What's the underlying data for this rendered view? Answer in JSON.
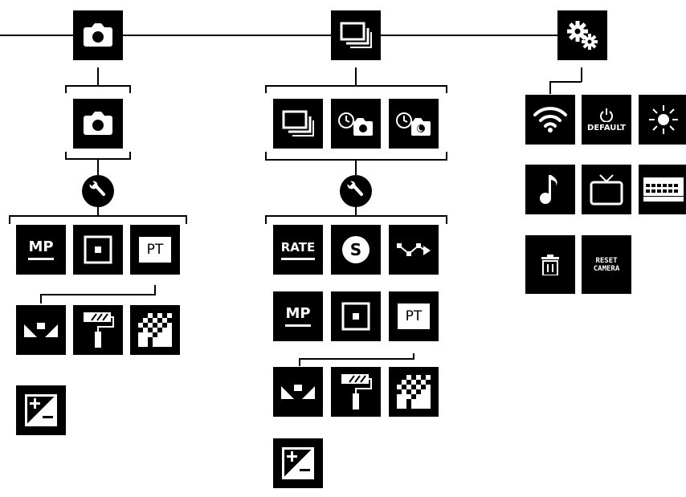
{
  "colors": {
    "tile": "#000000",
    "icon": "#ffffff",
    "line": "#000000",
    "background": "#ffffff"
  },
  "top_modes": [
    {
      "name": "photo",
      "icon": "camera-icon"
    },
    {
      "name": "burst",
      "icon": "burst-icon"
    },
    {
      "name": "settings",
      "icon": "gears-icon"
    }
  ],
  "photo_branch": {
    "modes": [
      "camera-icon"
    ],
    "settings_icon": "wrench-icon",
    "settings": [
      {
        "icon": "megapixels-icon",
        "label": "MP"
      },
      {
        "icon": "spot-meter-icon"
      },
      {
        "icon": "protune-icon",
        "label": "PT"
      },
      {
        "icon": "white-balance-icon"
      },
      {
        "icon": "color-icon"
      },
      {
        "icon": "iso-icon"
      },
      {
        "icon": "exposure-icon"
      }
    ]
  },
  "burst_branch": {
    "modes": [
      "burst-icon",
      "timelapse-photo-icon",
      "night-lapse-icon"
    ],
    "settings_icon": "wrench-icon",
    "settings": [
      {
        "icon": "rate-icon",
        "label": "RATE"
      },
      {
        "icon": "shutter-icon",
        "label": "S"
      },
      {
        "icon": "interval-icon"
      },
      {
        "icon": "megapixels-icon",
        "label": "MP"
      },
      {
        "icon": "spot-meter-icon"
      },
      {
        "icon": "protune-icon",
        "label": "PT"
      },
      {
        "icon": "white-balance-icon"
      },
      {
        "icon": "color-icon"
      },
      {
        "icon": "iso-icon"
      },
      {
        "icon": "exposure-icon"
      }
    ]
  },
  "settings_branch": {
    "items": [
      {
        "icon": "wifi-icon"
      },
      {
        "icon": "power-icon",
        "label": "DEFAULT"
      },
      {
        "icon": "brightness-icon"
      },
      {
        "icon": "beep-icon"
      },
      {
        "icon": "tv-icon"
      },
      {
        "icon": "keyboard-icon"
      },
      {
        "icon": "trash-icon"
      },
      {
        "icon": "reset-icon",
        "label_line1": "RESET",
        "label_line2": "CAMERA"
      }
    ]
  }
}
